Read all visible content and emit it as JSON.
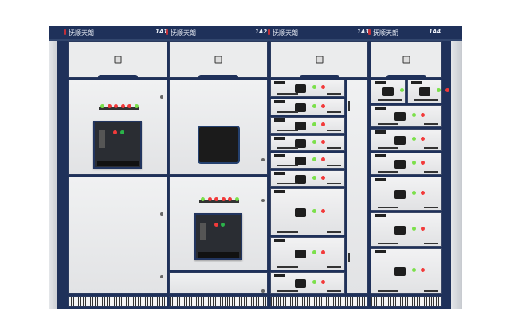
{
  "cabinets": [
    {
      "brand": "抚顺天朗",
      "id": "1A1"
    },
    {
      "brand": "抚顺天朗",
      "id": "1A2"
    },
    {
      "brand": "抚顺天朗",
      "id": "1A3"
    },
    {
      "brand": "抚顺天朗",
      "id": "1A4"
    }
  ],
  "colors": {
    "frame": "#1f315a",
    "panel": "#e8e9eb",
    "led_green": "#7be04a",
    "led_red": "#f23a3a"
  }
}
